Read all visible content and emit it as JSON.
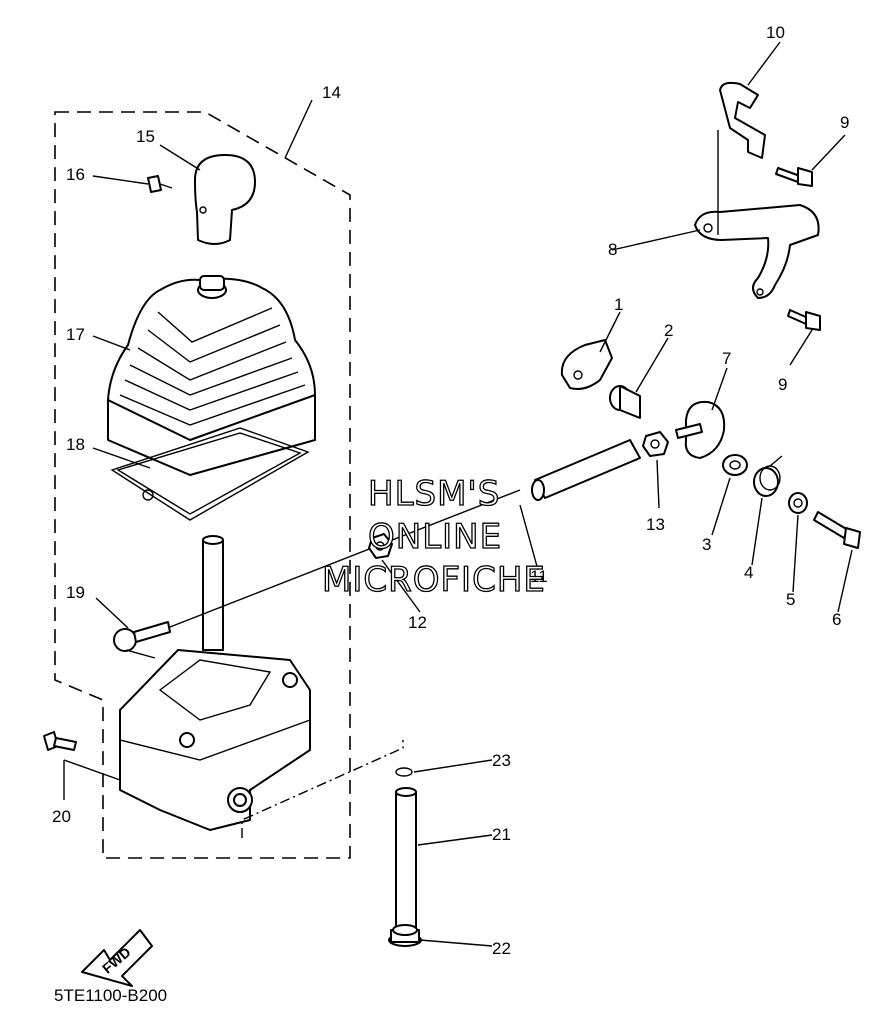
{
  "callouts": {
    "c1": "1",
    "c2": "2",
    "c3": "3",
    "c4": "4",
    "c5": "5",
    "c6": "6",
    "c7": "7",
    "c8": "8",
    "c9a": "9",
    "c9b": "9",
    "c10": "10",
    "c11": "11",
    "c12": "12",
    "c13": "13",
    "c14": "14",
    "c15": "15",
    "c16": "16",
    "c17": "17",
    "c18": "18",
    "c19": "19",
    "c20": "20",
    "c21": "21",
    "c22": "22",
    "c23": "23"
  },
  "watermark": {
    "line1": "HLSM'S",
    "line2": "ONLINE",
    "line3": "MICROFICHE"
  },
  "direction_label": "FWD",
  "diagram_code": "5TE1100-B200"
}
